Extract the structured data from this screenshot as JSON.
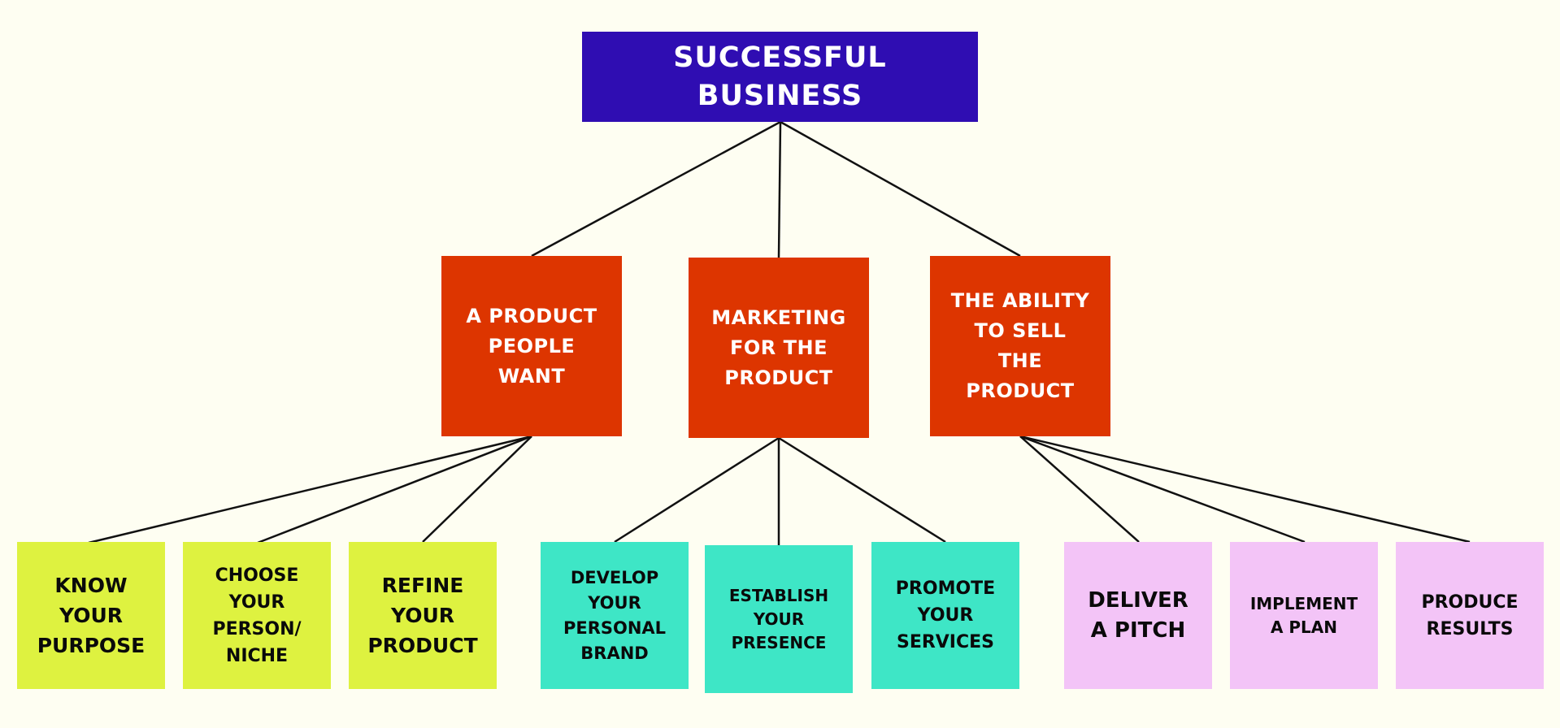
{
  "diagram": {
    "root": {
      "label": "SUCCESSFUL\nBUSINESS"
    },
    "pillars": [
      {
        "label": "A PRODUCT\nPEOPLE\nWANT"
      },
      {
        "label": "MARKETING\nFOR THE\nPRODUCT"
      },
      {
        "label": "THE ABILITY\nTO SELL\nTHE\nPRODUCT"
      }
    ],
    "leaves": [
      {
        "label": "KNOW\nYOUR\nPURPOSE"
      },
      {
        "label": "CHOOSE\nYOUR\nPERSON/\nNICHE"
      },
      {
        "label": "REFINE\nYOUR\nPRODUCT"
      },
      {
        "label": "DEVELOP\nYOUR\nPERSONAL\nBRAND"
      },
      {
        "label": "ESTABLISH\nYOUR\nPRESENCE"
      },
      {
        "label": "PROMOTE\nYOUR\nSERVICES"
      },
      {
        "label": "DELIVER\nA PITCH"
      },
      {
        "label": "IMPLEMENT\nA PLAN"
      },
      {
        "label": "PRODUCE\nRESULTS"
      }
    ],
    "colors": {
      "background": "#fefef2",
      "root": "#2f0db2",
      "pillar": "#dd3500",
      "product_leaves": "#def240",
      "marketing_leaves": "#3ee6c6",
      "selling_leaves": "#f3c4f7",
      "connector": "#111111"
    }
  }
}
